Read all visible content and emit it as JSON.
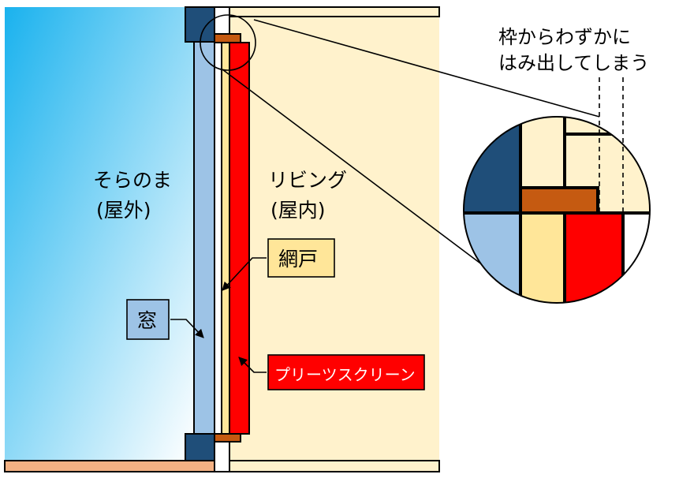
{
  "labels": {
    "outdoor_line1": "そらのま",
    "outdoor_line2": "(屋外)",
    "indoor_line1": "リビング",
    "indoor_line2": "(屋内)",
    "window": "窓",
    "screen_door": "網戸",
    "pleated_screen": "プリーツスクリーン",
    "callout_line1": "枠からわずかに",
    "callout_line2": "はみ出してしまう"
  },
  "colors": {
    "sky_top": "#1ab2ee",
    "sky_bottom": "#ffffff",
    "indoor_fill": "#fff2cc",
    "frame_dark": "#1f4e79",
    "window_glass": "#9dc3e6",
    "screen_door_fill": "#ffe699",
    "pleated_red": "#ff0000",
    "rail_orange": "#c55a11",
    "floor_outside": "#f4b183"
  }
}
